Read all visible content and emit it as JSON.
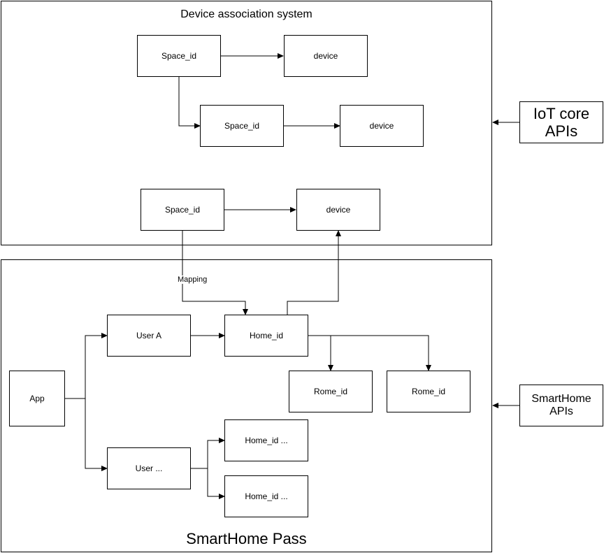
{
  "containers": {
    "device_association": {
      "title": "Device association system"
    },
    "smarthome_pass": {
      "title": "SmartHome Pass"
    }
  },
  "nodes": {
    "space1": "Space_id",
    "device1": "device",
    "space2": "Space_id",
    "device2": "device",
    "space3": "Space_id",
    "device3": "device",
    "app": "App",
    "user_a": "User A",
    "user_other": "User ...",
    "home": "Home_id",
    "rome1": "Rome_id",
    "rome2": "Rome_id",
    "home_other1": "Home_id ...",
    "home_other2": "Home_id ..."
  },
  "apis": {
    "iot_line1": "IoT core",
    "iot_line2": "APIs",
    "smarthome_line1": "SmartHome",
    "smarthome_line2": "APIs"
  },
  "edge_labels": {
    "mapping": "Mapping"
  }
}
